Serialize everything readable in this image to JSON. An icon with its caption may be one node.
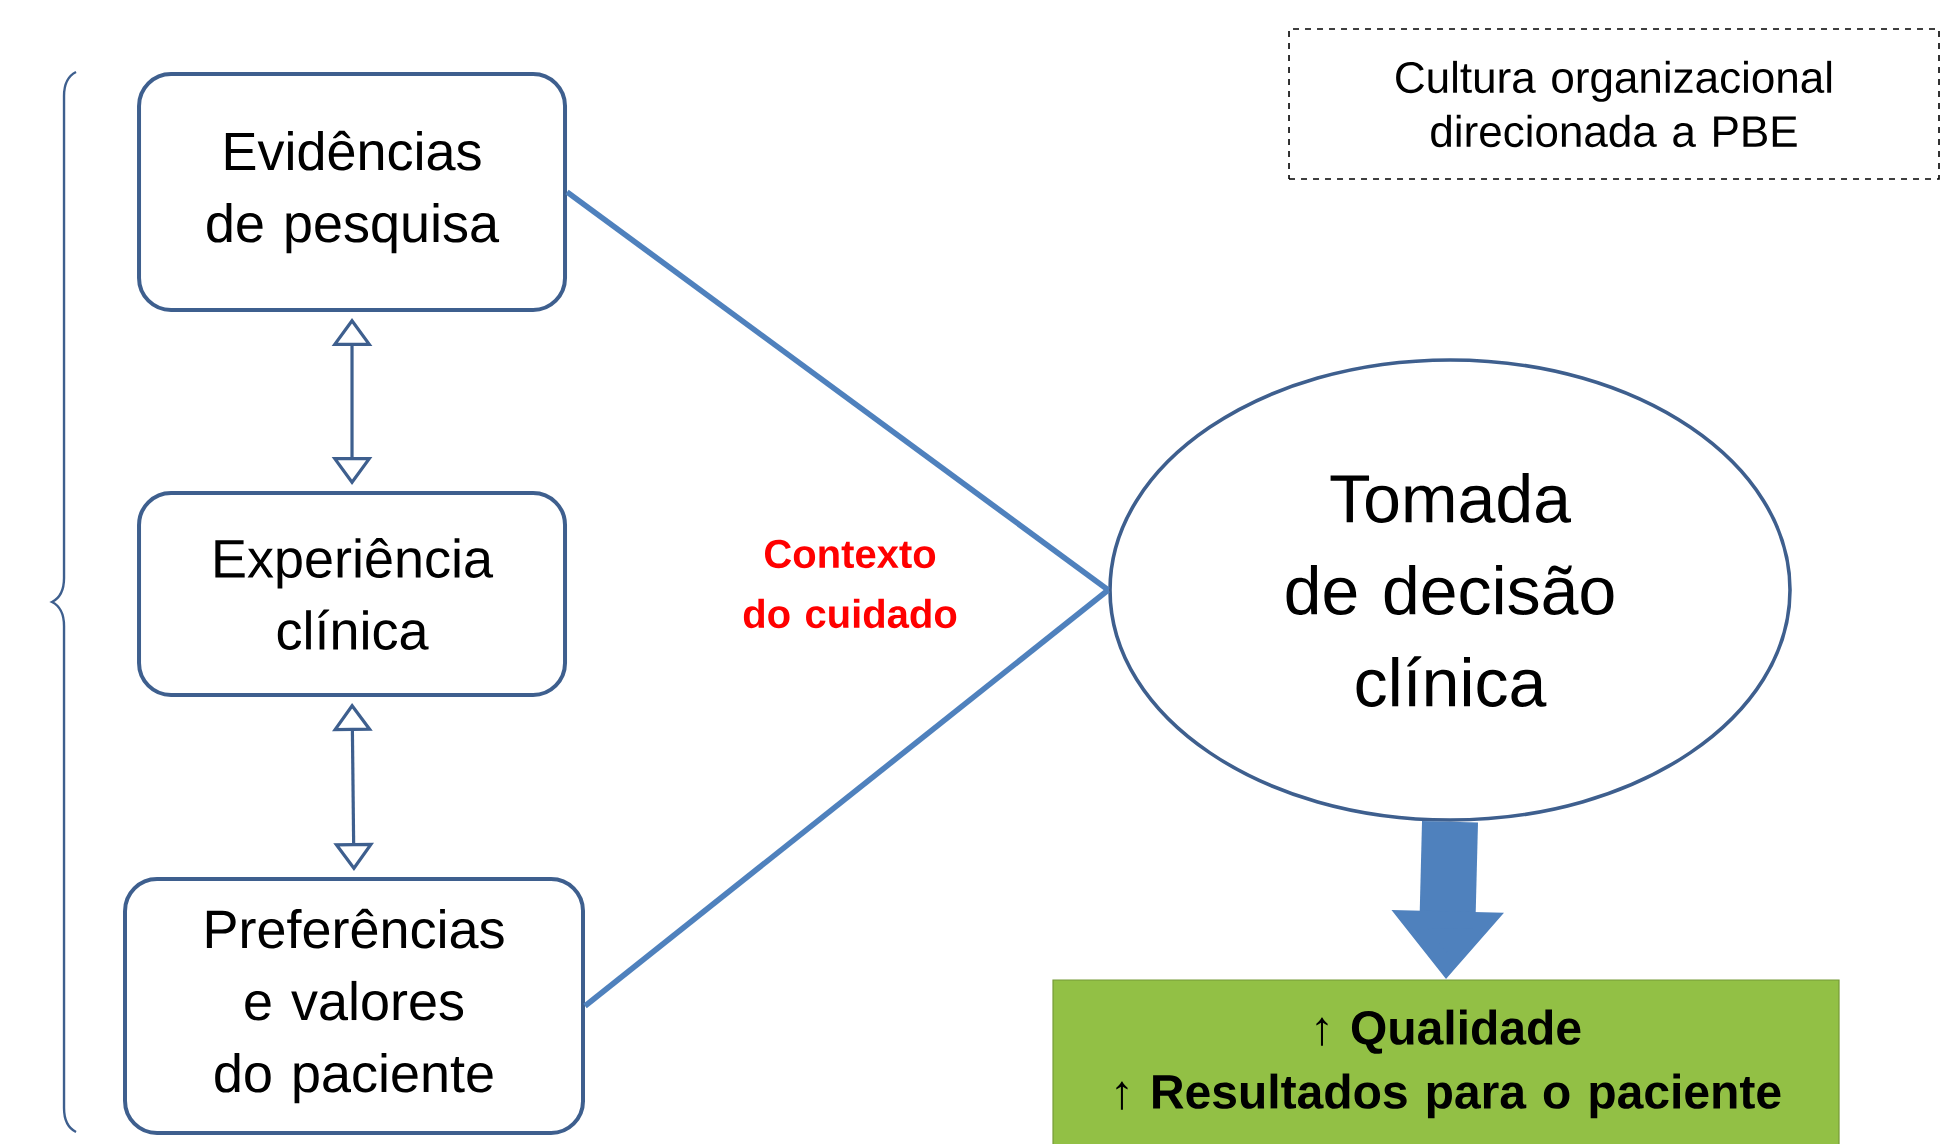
{
  "diagram": {
    "nodes": [
      {
        "text": [
          "Evidências de pesquisa"
        ]
      },
      {
        "text": [
          "Experiência clínica"
        ]
      },
      {
        "text": [
          "Preferências e valores do paciente"
        ]
      },
      {
        "text": [
          "Cultura organizacional direcionada a PBE"
        ]
      },
      {
        "text": [
          "Tomada de decisão clínica"
        ]
      },
      {
        "text": [
          "↑ Qualidade",
          "↑ Resultados para o paciente"
        ]
      }
    ],
    "edges": [
      {
        "from": 0,
        "to": 1,
        "arrow": "both"
      },
      {
        "from": 1,
        "to": 2,
        "arrow": "both"
      },
      {
        "from": 0,
        "to": 4,
        "arrow": "none"
      },
      {
        "from": 2,
        "to": 4,
        "arrow": "none"
      },
      {
        "from": 4,
        "to": 5,
        "arrow": "to",
        "style": "thick"
      }
    ],
    "labels": [
      "Contexto do cuidado"
    ]
  }
}
